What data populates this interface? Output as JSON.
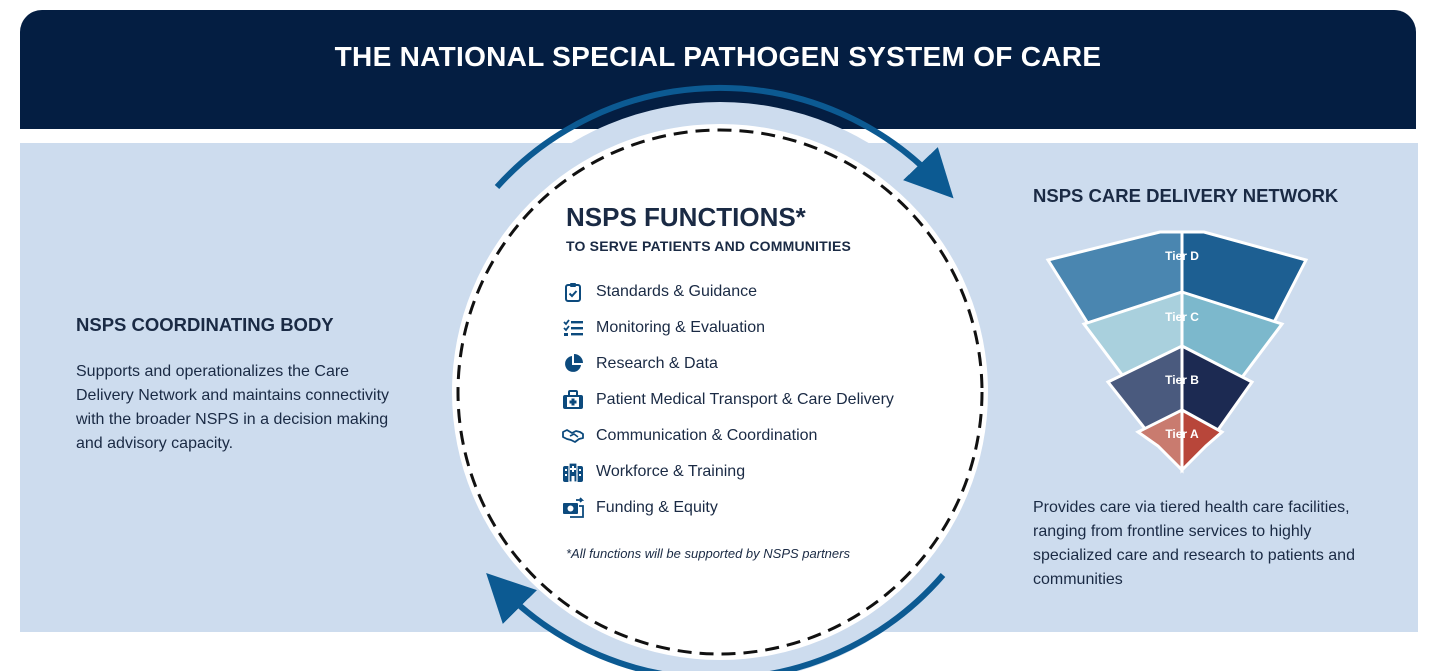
{
  "header": {
    "title": "THE NATIONAL SPECIAL PATHOGEN SYSTEM OF CARE"
  },
  "coordinating_body": {
    "title": "NSPS COORDINATING BODY",
    "description": "Supports and operationalizes the Care Delivery Network and maintains connectivity with the broader NSPS in a decision making and advisory capacity."
  },
  "functions": {
    "title": "NSPS FUNCTIONS*",
    "subtitle": "TO SERVE PATIENTS AND COMMUNITIES",
    "items": [
      {
        "label": "Standards & Guidance",
        "icon": "clipboard-check-icon"
      },
      {
        "label": "Monitoring & Evaluation",
        "icon": "checklist-icon"
      },
      {
        "label": "Research & Data",
        "icon": "pie-chart-icon"
      },
      {
        "label": "Patient Medical Transport & Care Delivery",
        "icon": "medical-bag-icon"
      },
      {
        "label": "Communication & Coordination",
        "icon": "handshake-icon"
      },
      {
        "label": "Workforce & Training",
        "icon": "hospital-building-icon"
      },
      {
        "label": "Funding & Equity",
        "icon": "money-exchange-icon"
      }
    ],
    "footnote": "*All functions will be supported by NSPS partners"
  },
  "care_network": {
    "title": "NSPS CARE DELIVERY NETWORK",
    "tiers": [
      {
        "label": "Tier D"
      },
      {
        "label": "Tier C"
      },
      {
        "label": "Tier B"
      },
      {
        "label": "Tier A"
      }
    ],
    "description": "Provides care via tiered health care facilities, ranging from frontline services to highly specialized care and research to patients and communities"
  },
  "colors": {
    "header_bg": "#041e42",
    "panel_bg": "#cddcee",
    "arrow": "#0c5a92",
    "tier_d": "#1d5f92",
    "tier_c": "#7cb8cc",
    "tier_b": "#1c2a52",
    "tier_a": "#b8463a"
  }
}
